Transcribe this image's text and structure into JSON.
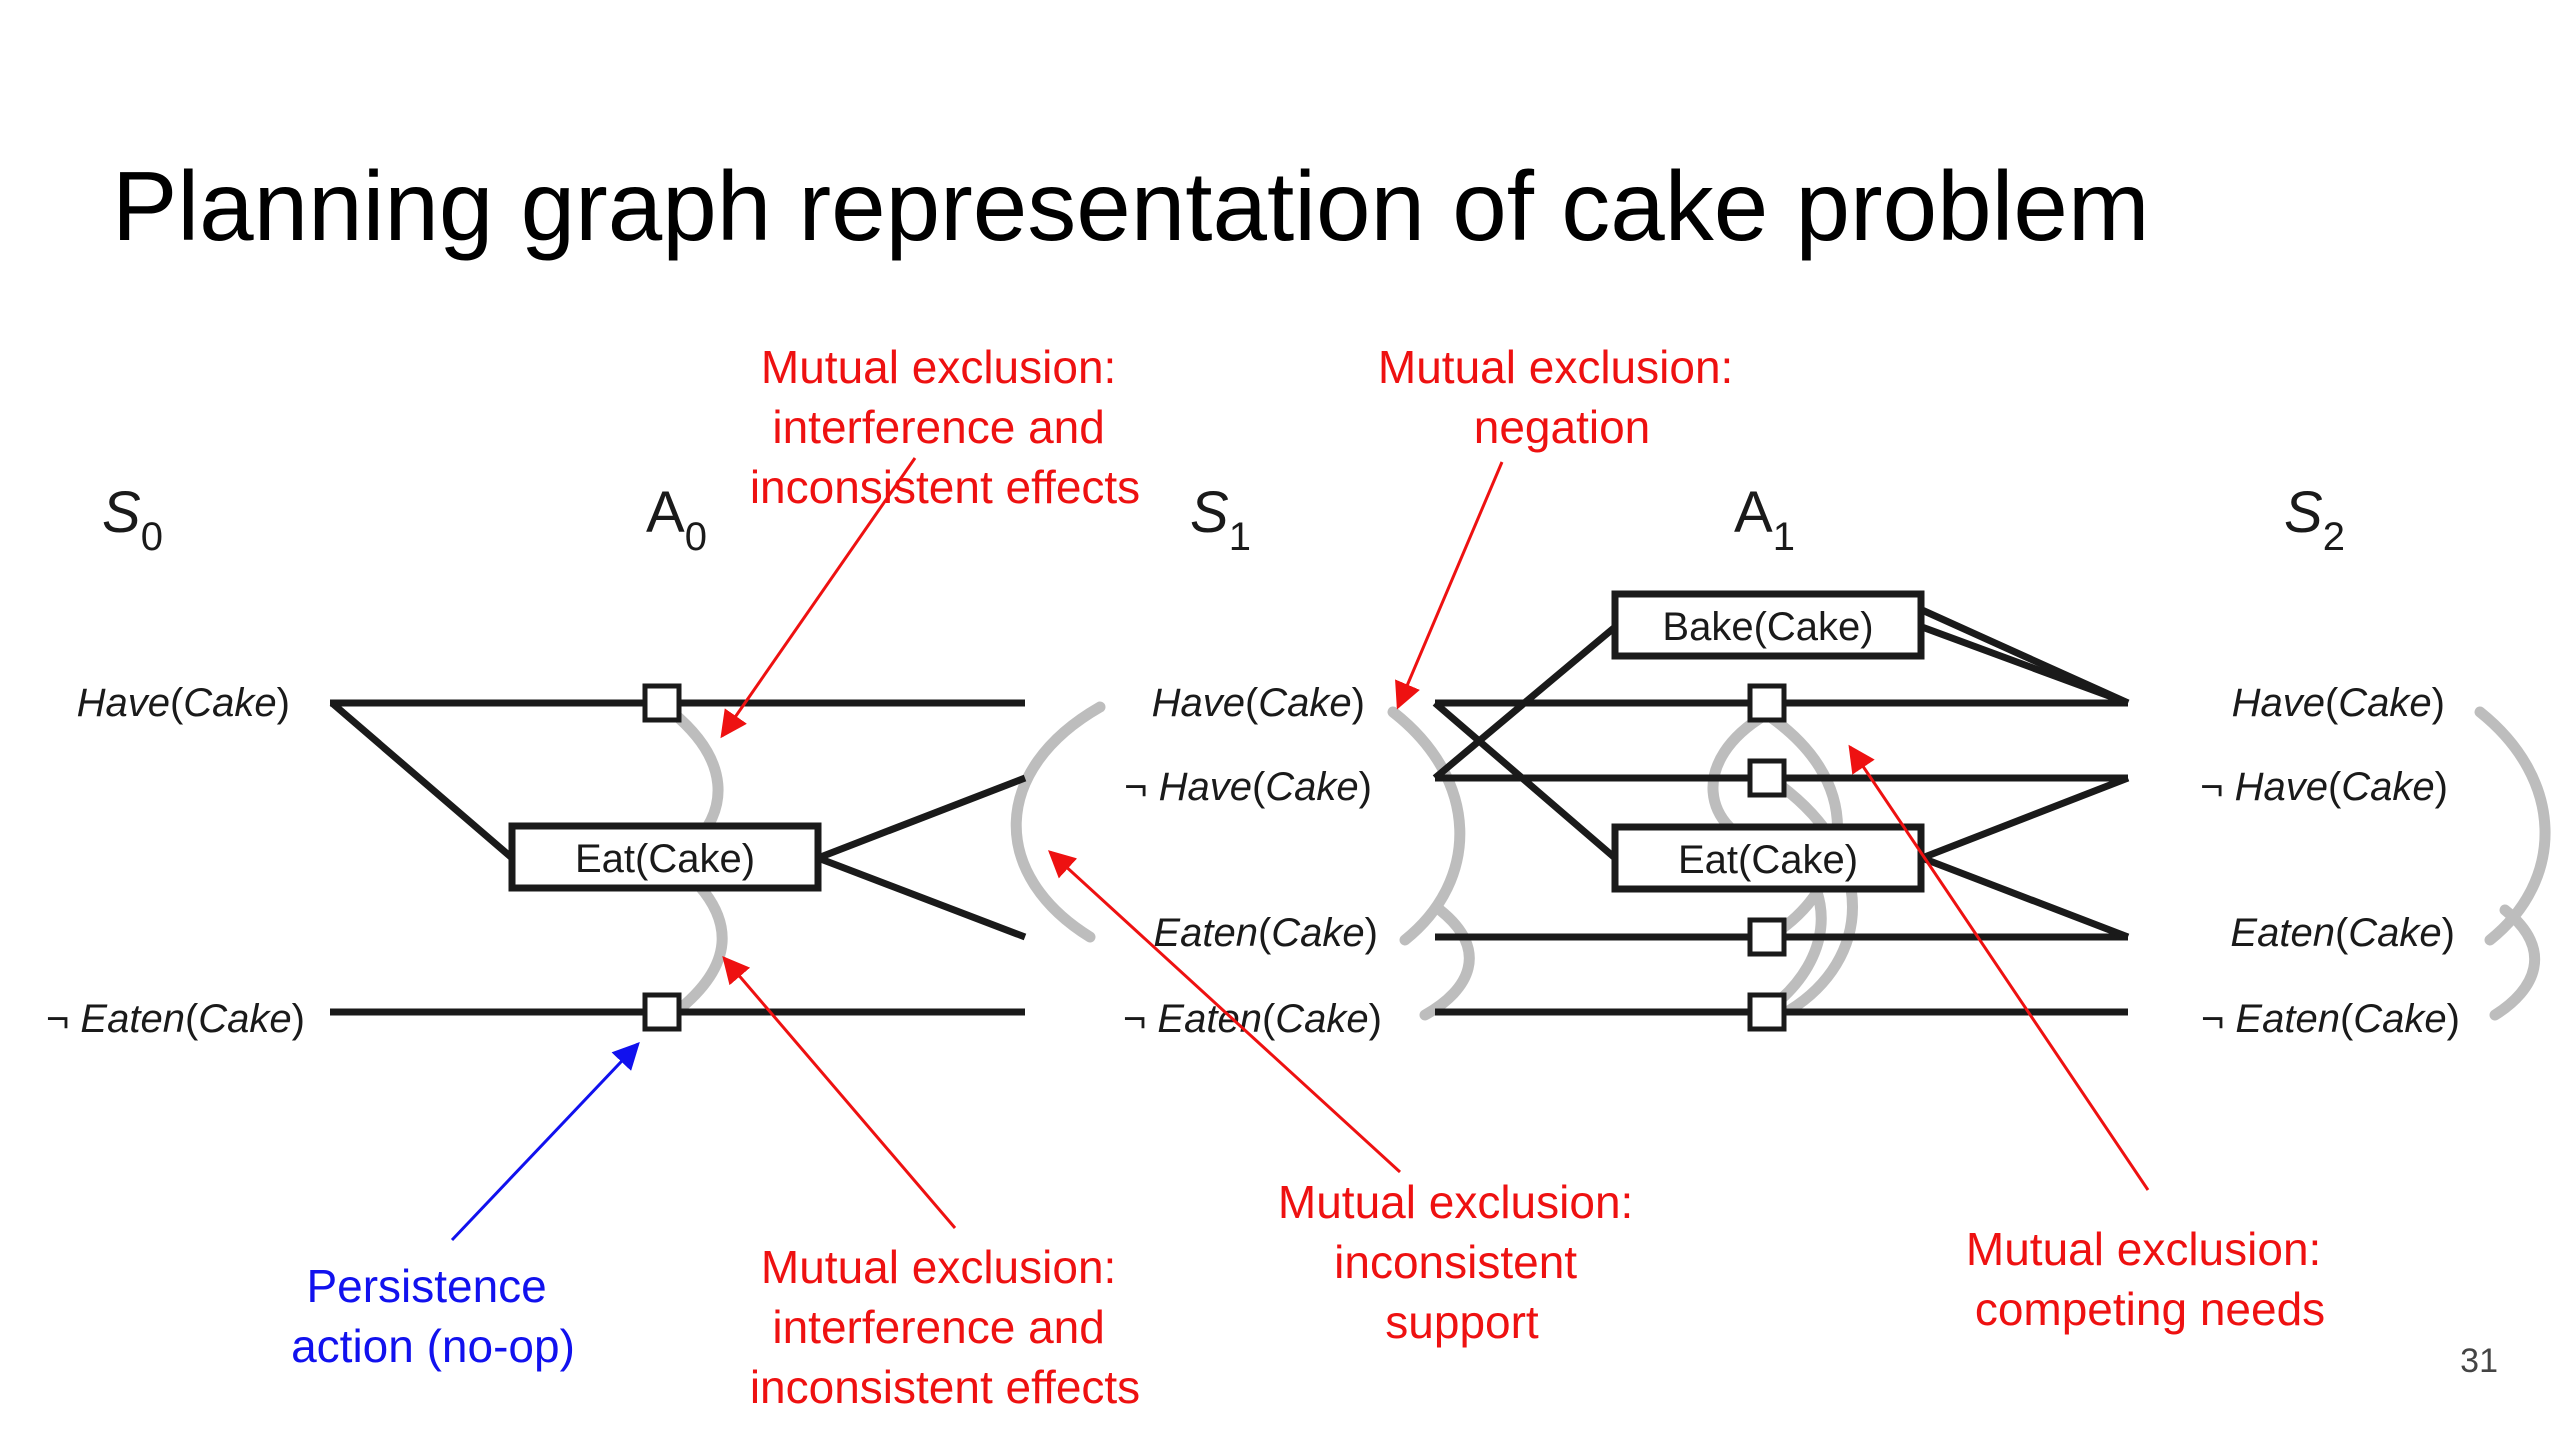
{
  "title": "Planning graph representation of cake problem",
  "slide_number": "31",
  "levels": {
    "s0": {
      "base": "S",
      "sub": "0"
    },
    "a0": {
      "base": "A",
      "sub": "0"
    },
    "s1": {
      "base": "S",
      "sub": "1"
    },
    "a1": {
      "base": "A",
      "sub": "1"
    },
    "s2": {
      "base": "S",
      "sub": "2"
    }
  },
  "literals": {
    "have_cake": {
      "neg": "",
      "pred": "Have",
      "arg": "Cake"
    },
    "not_have_cake": {
      "neg": "¬ ",
      "pred": "Have",
      "arg": "Cake"
    },
    "eaten_cake": {
      "neg": "",
      "pred": "Eaten",
      "arg": "Cake"
    },
    "not_eaten_cake": {
      "neg": "¬ ",
      "pred": "Eaten",
      "arg": "Cake"
    }
  },
  "actions": {
    "eat_a0": "Eat(Cake)",
    "bake_a1": "Bake(Cake)",
    "eat_a1": "Eat(Cake)"
  },
  "annotations": {
    "top_interference": [
      "Mutual exclusion:",
      "interference and",
      "inconsistent effects"
    ],
    "negation": [
      "Mutual exclusion:",
      "negation"
    ],
    "bottom_interference": [
      "Mutual exclusion:",
      "interference and",
      "inconsistent effects"
    ],
    "inconsistent_support": [
      "Mutual exclusion:",
      "inconsistent",
      "support"
    ],
    "competing_needs": [
      "Mutual exclusion:",
      "competing needs"
    ],
    "persistence": [
      "Persistence",
      "action (no-op)"
    ]
  },
  "colors": {
    "graph": "#1a1a1a",
    "mutex_arc": "#bdbdbd",
    "annotation_red": "#ee1111",
    "annotation_blue": "#1111ee"
  }
}
